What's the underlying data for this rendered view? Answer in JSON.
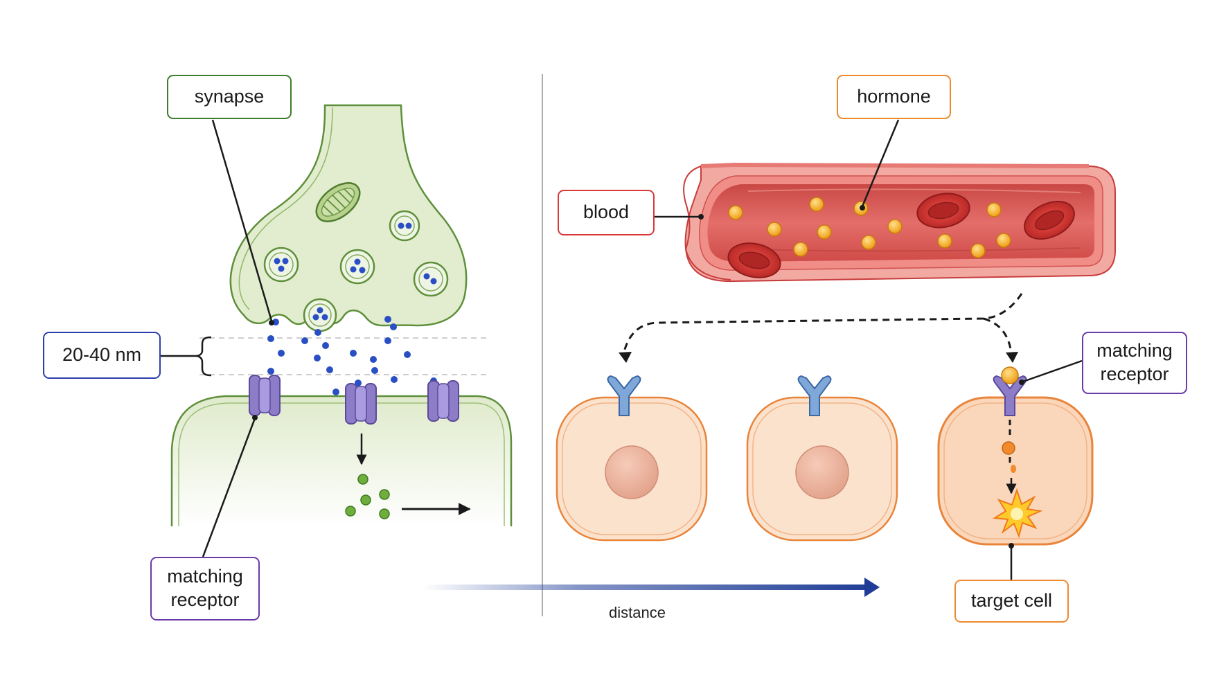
{
  "labels": {
    "synapse": "synapse",
    "gap_width": "20-40 nm",
    "receptor_left": "matching\nreceptor",
    "hormone": "hormone",
    "blood": "blood",
    "receptor_right": "matching\nreceptor",
    "target_cell": "target cell"
  },
  "axis": {
    "label": "distance"
  },
  "colors": {
    "neuron_fill": "#e2edcf",
    "neuron_stroke": "#5e8f3a",
    "neurotransmitter": "#2a4fc4",
    "receptor_purple": "#8d7cc8",
    "second_messenger": "#6fae3c",
    "vessel_wall": "#e35a5a",
    "vessel_lumen": "#dd5f5c",
    "red_blood_cell": "#c62e2e",
    "hormone_particle": "#f5b335",
    "cell_fill": "#fbe2cd",
    "cell_stroke": "#e9843a",
    "nucleus": "#eab49f",
    "receptor_blue": "#7fa8d8",
    "arrow_blue": "#1f3d96",
    "label_green": "#3e7d2a",
    "label_blue": "#2b3fa8",
    "label_purple": "#6a3aa6",
    "label_orange": "#ee8a2e",
    "label_red": "#d93838",
    "divider": "#999999"
  }
}
